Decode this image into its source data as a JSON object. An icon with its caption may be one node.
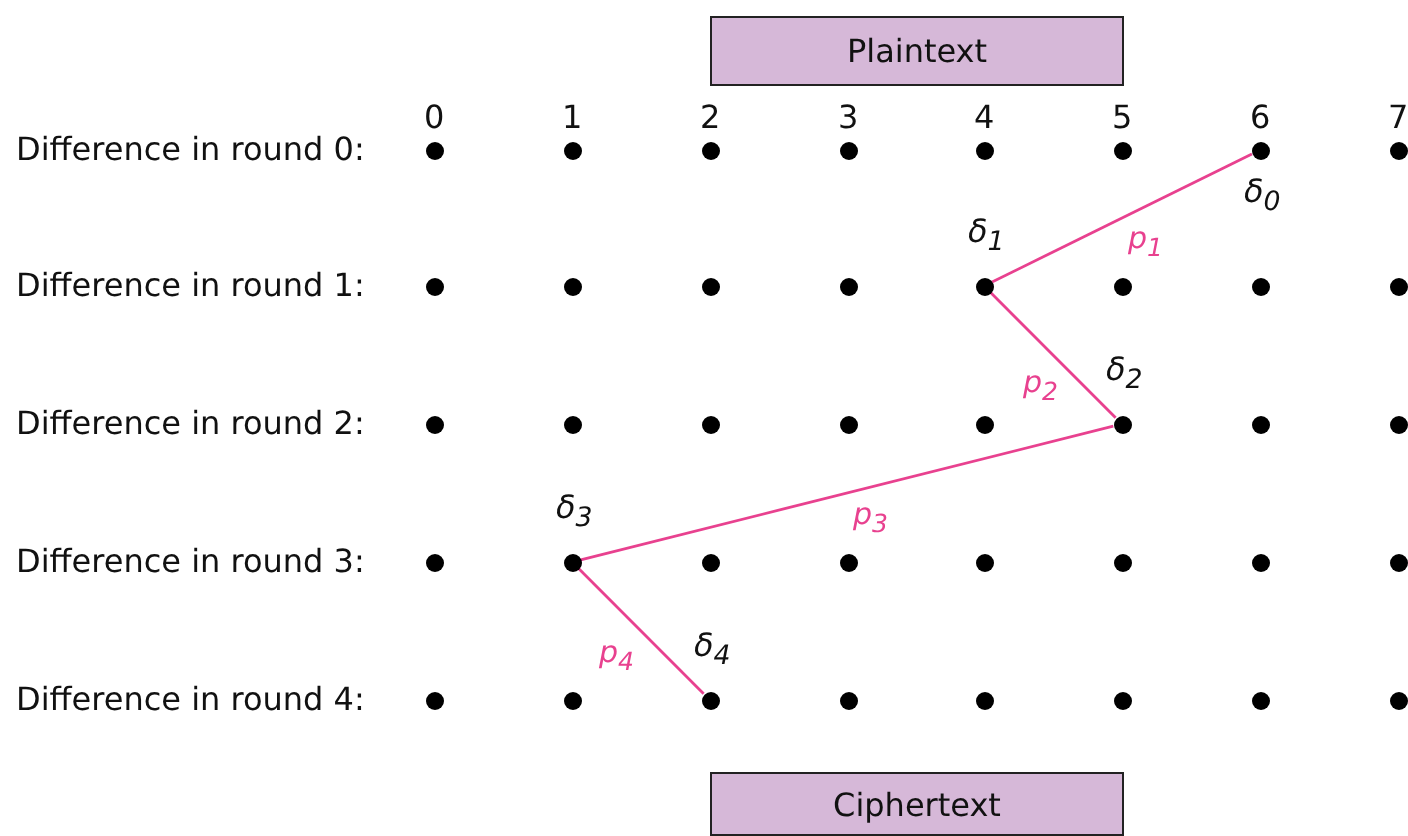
{
  "diagram": {
    "nodes": [
      {
        "text": [
          "Plaintext"
        ]
      },
      {
        "text": [],
        "shape": "circle"
      },
      {
        "text": [],
        "shape": "circle"
      },
      {
        "text": [],
        "shape": "circle"
      },
      {
        "text": [],
        "shape": "circle"
      },
      {
        "text": [],
        "shape": "circle"
      },
      {
        "text": [],
        "shape": "circle"
      },
      {
        "text": [],
        "shape": "circle",
        "beside": [
          "δ$_{0}$"
        ]
      },
      {
        "text": [],
        "shape": "circle"
      },
      {
        "text": [],
        "shape": "circle"
      },
      {
        "text": [],
        "shape": "circle"
      },
      {
        "text": [],
        "shape": "circle"
      },
      {
        "text": [],
        "shape": "circle"
      },
      {
        "text": [],
        "shape": "circle",
        "beside": [
          "δ$_{1}$"
        ]
      },
      {
        "text": [],
        "shape": "circle"
      },
      {
        "text": [],
        "shape": "circle"
      },
      {
        "text": [],
        "shape": "circle"
      },
      {
        "text": [],
        "shape": "circle"
      },
      {
        "text": [],
        "shape": "circle"
      },
      {
        "text": [],
        "shape": "circle"
      },
      {
        "text": [],
        "shape": "circle"
      },
      {
        "text": [],
        "shape": "circle"
      },
      {
        "text": [],
        "shape": "circle",
        "beside": [
          "δ$_{2}$"
        ]
      },
      {
        "text": [],
        "shape": "circle"
      },
      {
        "text": [],
        "shape": "circle"
      },
      {
        "text": [],
        "shape": "circle"
      },
      {
        "text": [],
        "shape": "circle",
        "beside": [
          "δ$_{3}$"
        ]
      },
      {
        "text": [],
        "shape": "circle"
      },
      {
        "text": [],
        "shape": "circle"
      },
      {
        "text": [],
        "shape": "circle"
      },
      {
        "text": [],
        "shape": "circle"
      },
      {
        "text": [],
        "shape": "circle"
      },
      {
        "text": [],
        "shape": "circle"
      },
      {
        "text": [],
        "shape": "circle"
      },
      {
        "text": [],
        "shape": "circle"
      },
      {
        "text": [],
        "shape": "circle",
        "beside": [
          "δ$_{4}$"
        ]
      },
      {
        "text": [],
        "shape": "circle"
      },
      {
        "text": [],
        "shape": "circle"
      },
      {
        "text": [],
        "shape": "circle"
      },
      {
        "text": [],
        "shape": "circle"
      },
      {
        "text": [],
        "shape": "circle"
      },
      {
        "text": [
          "Ciphertext"
        ]
      }
    ],
    "edges": [
      {
        "from": 7,
        "to": 13,
        "arrow": "none",
        "label": "p$_{1}$"
      },
      {
        "from": 13,
        "to": 22,
        "arrow": "none",
        "label": "p$_{2}$"
      },
      {
        "from": 22,
        "to": 26,
        "arrow": "none",
        "label": "p$_{3}$"
      },
      {
        "from": 26,
        "to": 35,
        "arrow": "none",
        "label": "p$_{4}$"
      }
    ],
    "labels": [
      "0",
      "1",
      "2",
      "3",
      "4",
      "5",
      "6",
      "7",
      "Difference in round 0:",
      "Difference in round 1:",
      "Difference in round 2:",
      "Difference in round 3:",
      "Difference in round 4:"
    ]
  }
}
